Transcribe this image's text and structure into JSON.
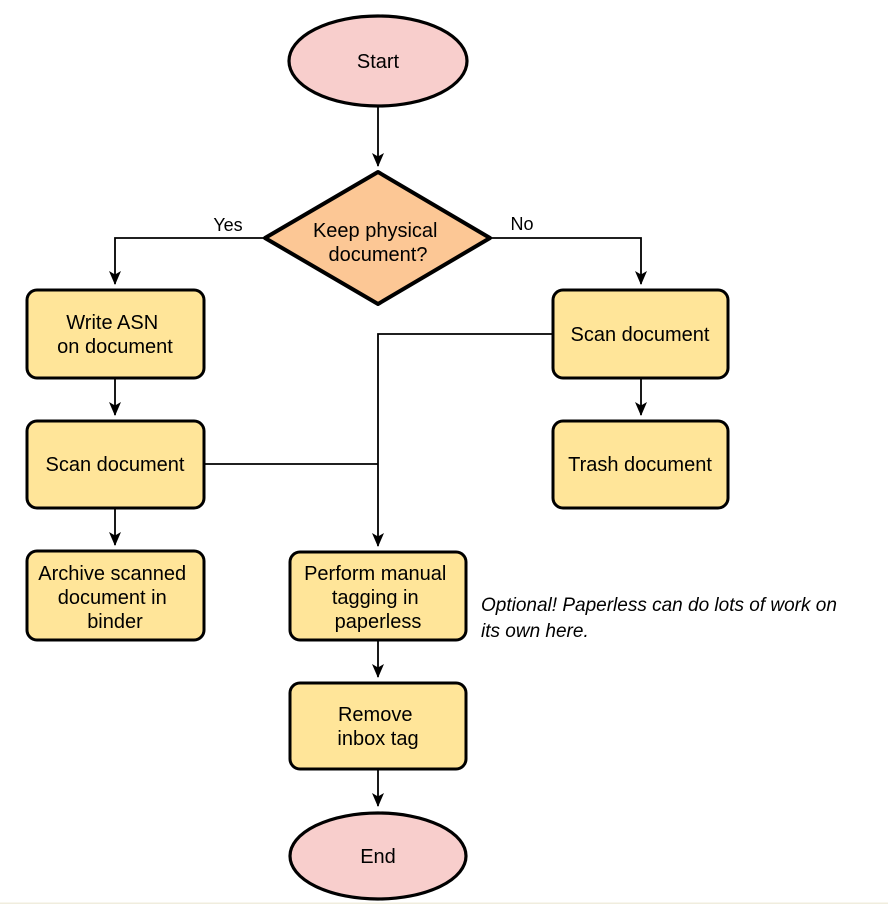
{
  "diagram": {
    "nodes": {
      "start": {
        "label": "Start"
      },
      "decision": {
        "line1": "Keep physical",
        "line2": "document?"
      },
      "write_asn": {
        "line1": "Write ASN",
        "line2": "on document"
      },
      "scan_left": {
        "label": "Scan document"
      },
      "archive": {
        "line1": "Archive scanned",
        "line2": "document in",
        "line3": "binder"
      },
      "scan_right": {
        "label": "Scan document"
      },
      "trash": {
        "label": "Trash document"
      },
      "tagging": {
        "line1": "Perform manual",
        "line2": "tagging in",
        "line3": "paperless"
      },
      "remove_inbox": {
        "line1": "Remove",
        "line2": "inbox tag"
      },
      "end": {
        "label": "End"
      }
    },
    "edge_labels": {
      "yes": "Yes",
      "no": "No"
    },
    "note": {
      "line1": "Optional! Paperless can do lots of work on",
      "line2": "its own here."
    },
    "colors": {
      "terminator_fill": "#F8CECC",
      "decision_fill": "#FCC795",
      "process_fill": "#FFE599",
      "stroke": "#000000",
      "bottom_rule": "#F0EDDE"
    }
  }
}
